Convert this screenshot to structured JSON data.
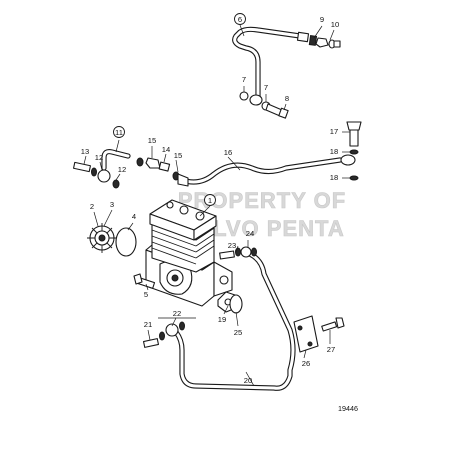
{
  "watermark": {
    "line1": "PROPERTY OF",
    "line2": "VOLVO PENTA"
  },
  "reference_number": "19446",
  "callouts": [
    {
      "id": "c1",
      "label": "1",
      "circled": true
    },
    {
      "id": "c2",
      "label": "2",
      "circled": false
    },
    {
      "id": "c3",
      "label": "3",
      "circled": false
    },
    {
      "id": "c4",
      "label": "4",
      "circled": false
    },
    {
      "id": "c5",
      "label": "5",
      "circled": false
    },
    {
      "id": "c6",
      "label": "6",
      "circled": true
    },
    {
      "id": "c7a",
      "label": "7",
      "circled": false
    },
    {
      "id": "c7b",
      "label": "7",
      "circled": false
    },
    {
      "id": "c8",
      "label": "8",
      "circled": false
    },
    {
      "id": "c9",
      "label": "9",
      "circled": false
    },
    {
      "id": "c10",
      "label": "10",
      "circled": false
    },
    {
      "id": "c11",
      "label": "11",
      "circled": true
    },
    {
      "id": "c12a",
      "label": "12",
      "circled": false
    },
    {
      "id": "c12b",
      "label": "12",
      "circled": false
    },
    {
      "id": "c13",
      "label": "13",
      "circled": false
    },
    {
      "id": "c14",
      "label": "14",
      "circled": false
    },
    {
      "id": "c15a",
      "label": "15",
      "circled": false
    },
    {
      "id": "c15b",
      "label": "15",
      "circled": false
    },
    {
      "id": "c16",
      "label": "16",
      "circled": false
    },
    {
      "id": "c17",
      "label": "17",
      "circled": false
    },
    {
      "id": "c18a",
      "label": "18",
      "circled": false
    },
    {
      "id": "c18b",
      "label": "18",
      "circled": false
    },
    {
      "id": "c19",
      "label": "19",
      "circled": false
    },
    {
      "id": "c20",
      "label": "20",
      "circled": false
    },
    {
      "id": "c21",
      "label": "21",
      "circled": false
    },
    {
      "id": "c22",
      "label": "22",
      "circled": false
    },
    {
      "id": "c23",
      "label": "23",
      "circled": false
    },
    {
      "id": "c24",
      "label": "24",
      "circled": false
    },
    {
      "id": "c25",
      "label": "25",
      "circled": false
    },
    {
      "id": "c26",
      "label": "26",
      "circled": false
    },
    {
      "id": "c27",
      "label": "27",
      "circled": false
    }
  ]
}
